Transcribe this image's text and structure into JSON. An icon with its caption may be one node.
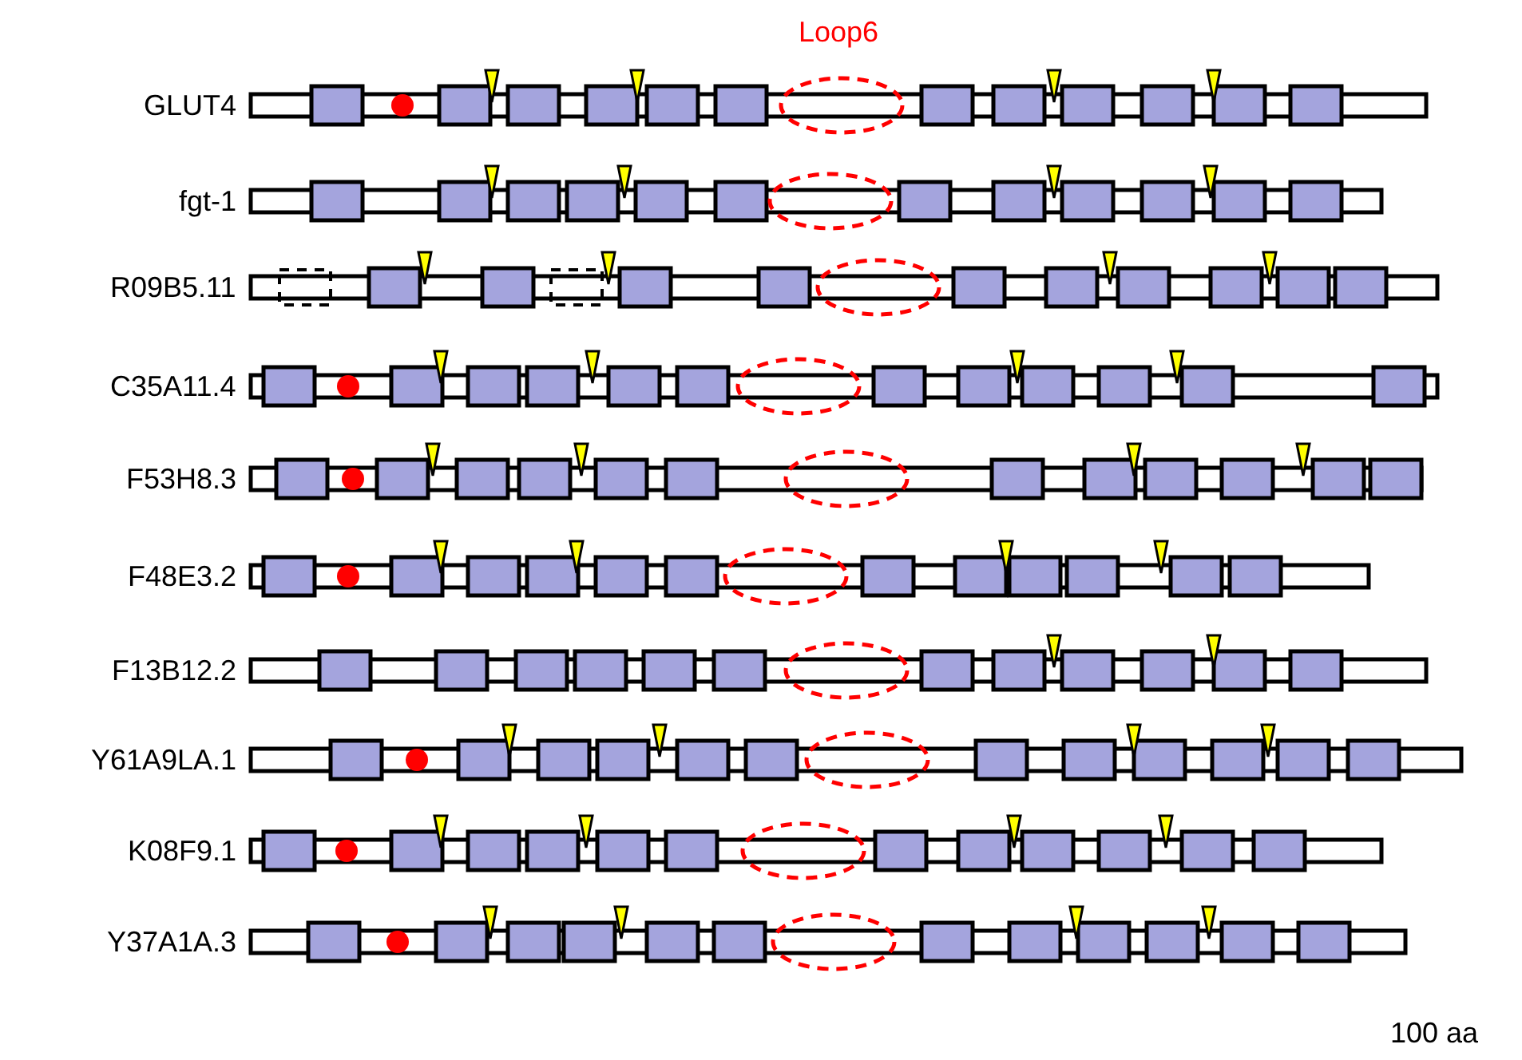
{
  "diagram": {
    "labels": [
      "Loop6",
      "GLUT4",
      "fgt-1",
      "R09B5.11",
      "C35A11.4",
      "F53H8.3",
      "F48E3.2",
      "F13B12.2",
      "Y61A9LA.1",
      "K08F9.1",
      "Y37A1A.3",
      "100 aa"
    ]
  }
}
